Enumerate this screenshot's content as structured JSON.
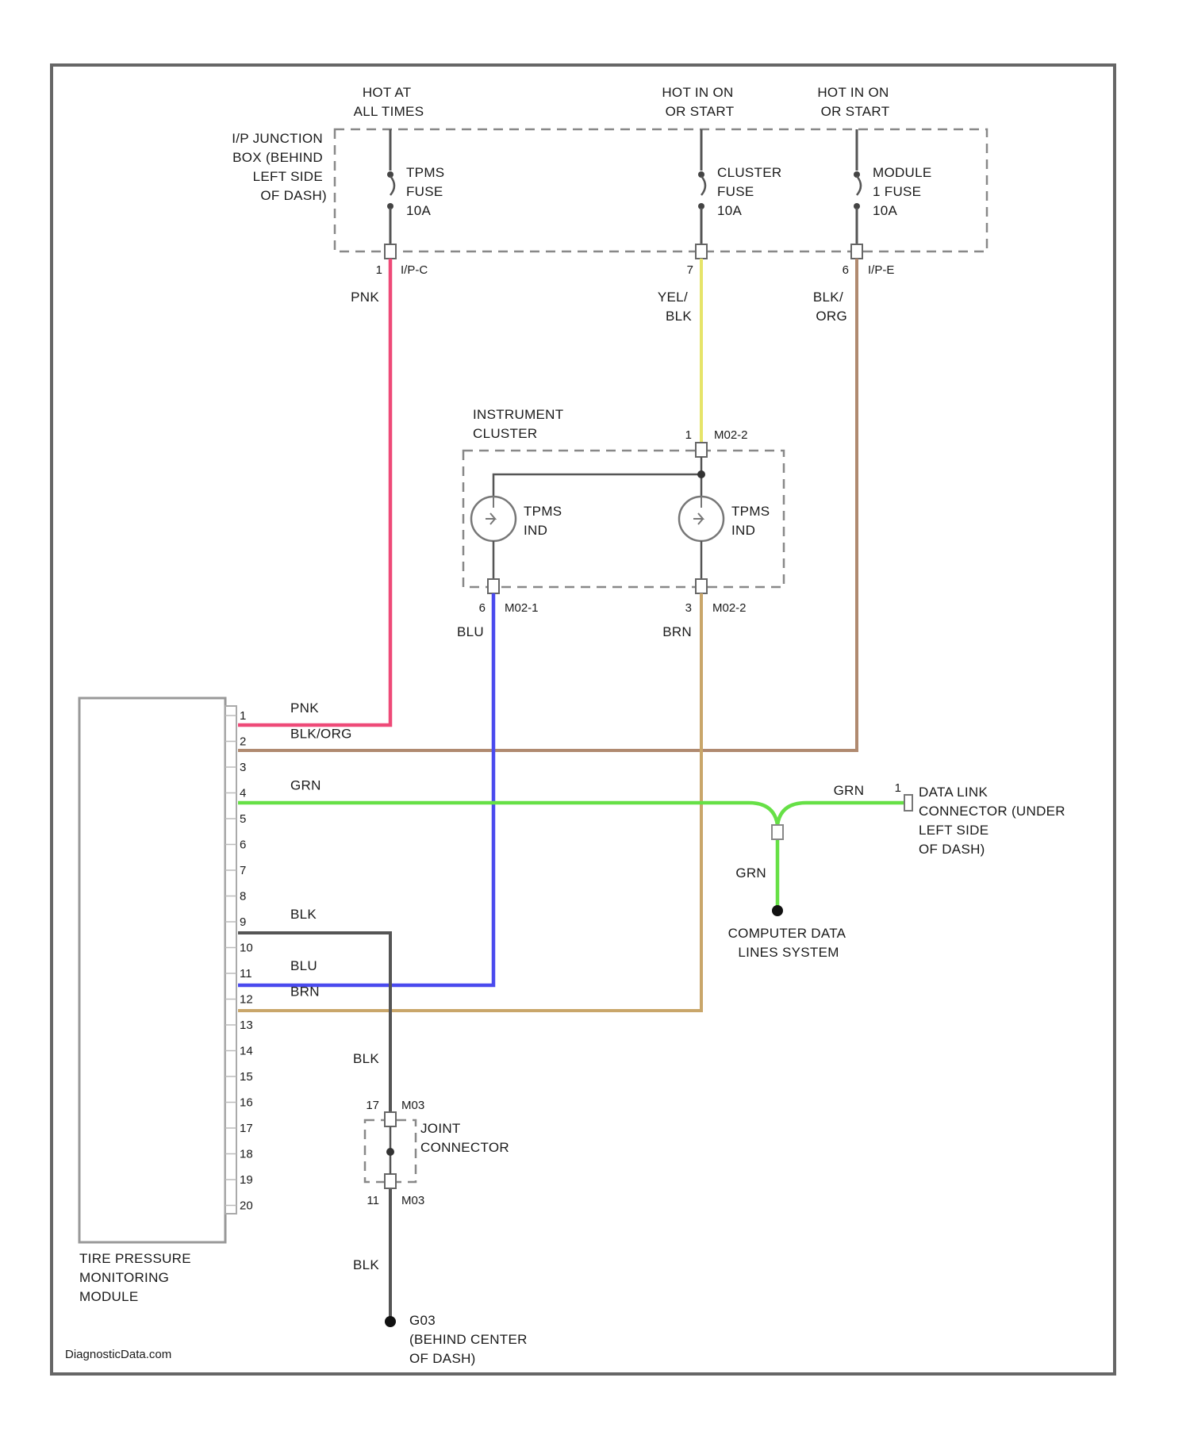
{
  "source_credit": "DiagnosticData.com",
  "power": {
    "hot_at_all_times": [
      "HOT AT",
      "ALL TIMES"
    ],
    "hot_in_on_1": [
      "HOT IN ON",
      "OR START"
    ],
    "hot_in_on_2": [
      "HOT IN ON",
      "OR START"
    ]
  },
  "junction_box": [
    "I/P JUNCTION",
    "BOX (BEHIND",
    "LEFT SIDE",
    "OF DASH)"
  ],
  "fuses": {
    "tpms": [
      "TPMS",
      "FUSE",
      "10A"
    ],
    "cluster": [
      "CLUSTER",
      "FUSE",
      "10A"
    ],
    "module": [
      "MODULE",
      "1 FUSE",
      "10A"
    ]
  },
  "connectors": {
    "ipc_pin": "1",
    "ipc": "I/P-C",
    "ipe_pin_cluster": "7",
    "ipe_pin_module": "6",
    "ipe": "I/P-E",
    "m02_2_top_pin": "1",
    "m02_2_top": "M02-2",
    "m02_1_pin": "6",
    "m02_1": "M02-1",
    "m02_2_bot_pin": "3",
    "m02_2_bot": "M02-2"
  },
  "wires": {
    "pnk": "PNK",
    "yel_blk": [
      "YEL/",
      "BLK"
    ],
    "blk_org": [
      "BLK/",
      "ORG"
    ],
    "blu": "BLU",
    "brn": "BRN",
    "grn": "GRN",
    "blk": "BLK"
  },
  "cluster": {
    "title": [
      "INSTRUMENT",
      "CLUSTER"
    ],
    "ind_left": [
      "TPMS",
      "IND"
    ],
    "ind_right": [
      "TPMS",
      "IND"
    ]
  },
  "module": {
    "title": [
      "TIRE PRESSURE",
      "MONITORING",
      "MODULE"
    ],
    "pins": [
      "1",
      "2",
      "3",
      "4",
      "5",
      "6",
      "7",
      "8",
      "9",
      "10",
      "11",
      "12",
      "13",
      "14",
      "15",
      "16",
      "17",
      "18",
      "19",
      "20"
    ],
    "pin_wires": {
      "1": "PNK",
      "2": "BLK/ORG",
      "4": "GRN",
      "9": "BLK",
      "11": "BLU",
      "12": "BRN"
    }
  },
  "dlc": {
    "pin": "1",
    "label": [
      "DATA LINK",
      "CONNECTOR (UNDER",
      "LEFT SIDE",
      "OF DASH)"
    ]
  },
  "data_lines": [
    "COMPUTER DATA",
    "LINES SYSTEM"
  ],
  "joint": {
    "top_pin": "17",
    "top_conn": "M03",
    "bot_pin": "11",
    "bot_conn": "M03",
    "label": [
      "JOINT",
      "CONNECTOR"
    ]
  },
  "ground": {
    "id": "G03",
    "label": [
      "(BEHIND CENTER",
      "OF DASH)"
    ]
  },
  "colors": {
    "pnk": "#ee4a78",
    "yel": "#e6e46a",
    "blk_org": "#b08a70",
    "blu": "#4a4aee",
    "brn": "#c9a66a",
    "grn": "#66e046",
    "blk": "#555555"
  }
}
